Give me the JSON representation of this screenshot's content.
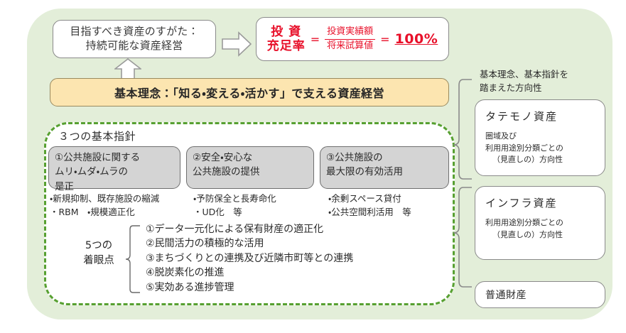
{
  "goal": {
    "line1": "目指すべき資産のすがた：",
    "line2": "持続可能な資産経営"
  },
  "formula": {
    "label_line1": "投 資",
    "label_line2": "充足率",
    "equals1": "=",
    "numerator": "投資実績額",
    "denominator": "将来試算値",
    "equals2": "=",
    "result": "100%",
    "color": "#e8102a"
  },
  "philosophy": {
    "text": "基本理念：「知る・変える・活かす」で支える資産経営",
    "bg_color": "#fce5b0"
  },
  "guidelines": {
    "zone_title": "３つの基本指針",
    "border_color": "#57a031",
    "policies": [
      {
        "line1": "①公共施設に関する",
        "line2": "ムリ・ムダ・ムラの",
        "line3": "是正"
      },
      {
        "line1": "②安全・安心な",
        "line2": "公共施設の提供",
        "line3": ""
      },
      {
        "line1": "③公共施設の",
        "line2": "最大限の有効活用",
        "line3": ""
      }
    ],
    "bullets": [
      {
        "line1": "・新規抑制、既存施設の縮減",
        "line2": "・RBM　・規模適正化"
      },
      {
        "line1": "・予防保全と長寿命化",
        "line2": "・UD化　等"
      },
      {
        "line1": "・余剰スペース貸付",
        "line2": "・公共空間利活用　等"
      }
    ]
  },
  "five_points": {
    "label_line1": "5つの",
    "label_line2": "着眼点",
    "items": [
      "①データ一元化による保有財産の適正化",
      "②民間活力の積極的な活用",
      "③まちづくりとの連携及び近隣市町等との連携",
      "④脱炭素化の推進",
      "⑤実効ある進捗管理"
    ]
  },
  "right_column": {
    "heading_line1": "基本理念、基本指針を",
    "heading_line2": "踏まえた方向性",
    "assets": [
      {
        "title": "タテモノ資産",
        "sub_line1": "圏域及び",
        "sub_line2": "利用用途別分類ごとの",
        "sub_line3": "（見直しの）方向性"
      },
      {
        "title": "インフラ資産",
        "sub_line1": "利用用途別分類ごとの",
        "sub_line2": "（見直しの）方向性",
        "sub_line3": ""
      },
      {
        "title": "普通財産",
        "sub_line1": "",
        "sub_line2": "",
        "sub_line3": ""
      }
    ]
  },
  "theme": {
    "frame_bg": "#e3eed9",
    "box_border": "#8a8a8a",
    "policy_bg": "#d4d4d4"
  }
}
